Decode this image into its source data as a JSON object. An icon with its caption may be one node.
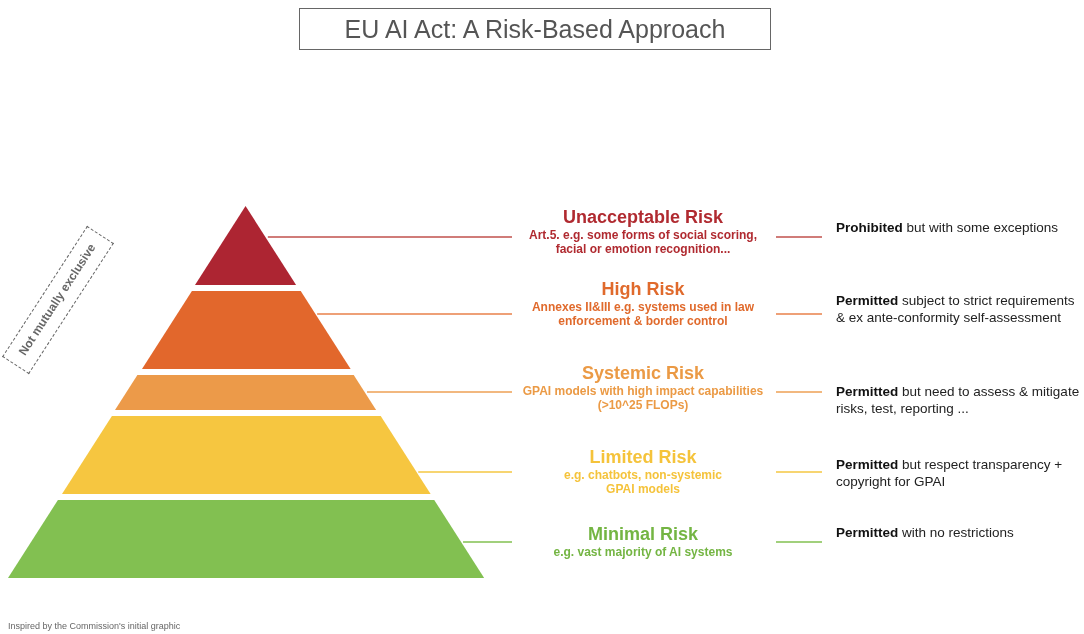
{
  "diagram": {
    "title": "EU AI Act: A Risk-Based Approach",
    "caption": "Inspired by the Commission's initial graphic",
    "nodes": [
      {
        "text": [],
        "shape": "triangle"
      },
      {
        "text": [],
        "shape": "trapezoid"
      },
      {
        "text": [],
        "shape": "trapezoid"
      },
      {
        "text": [],
        "shape": "trapezoid"
      },
      {
        "text": [],
        "shape": "trapezoid"
      },
      {
        "text": [
          "Unacceptable Risk",
          "Art.5. e.g. some forms of social scoring, facial or emotion recognition..."
        ]
      },
      {
        "text": [
          "High Risk",
          "Annexes II&III e.g. systems used in law enforcement & border control"
        ]
      },
      {
        "text": [
          "Systemic Risk",
          "GPAI models with high impact capabilities (>10^25 FLOPs)"
        ]
      },
      {
        "text": [
          "Limited Risk",
          "e.g. chatbots, non-systemic GPAI models"
        ]
      },
      {
        "text": [
          "Minimal Risk",
          "e.g. vast majority of AI systems"
        ]
      },
      {
        "text": [
          "**Prohibited** but with some exceptions"
        ]
      },
      {
        "text": [
          "**Permitted** subject to strict requirements & ex ante-conformity self-assessment"
        ]
      },
      {
        "text": [
          "**Permitted** but need to assess & mitigate risks, test, reporting ..."
        ]
      },
      {
        "text": [
          "**Permitted** but respect transparency + copyright for GPAI"
        ]
      },
      {
        "text": [
          "**Permitted** with no restrictions"
        ]
      },
      {
        "text": [
          "Not mutually exclusive"
        ]
      }
    ],
    "edges": [
      {
        "from": 0,
        "to": 5,
        "arrow": "none",
        "color": "#c0504d"
      },
      {
        "from": 1,
        "to": 6,
        "arrow": "none",
        "color": "#e8804a"
      },
      {
        "from": 2,
        "to": 7,
        "arrow": "none",
        "color": "#eea055"
      },
      {
        "from": 3,
        "to": 8,
        "arrow": "none",
        "color": "#f5c742"
      },
      {
        "from": 4,
        "to": 9,
        "arrow": "none",
        "color": "#82c150"
      },
      {
        "from": 5,
        "to": 10,
        "arrow": "none",
        "color": "#c0504d"
      },
      {
        "from": 6,
        "to": 11,
        "arrow": "none",
        "color": "#e8804a"
      },
      {
        "from": 7,
        "to": 12,
        "arrow": "none",
        "color": "#eea055"
      },
      {
        "from": 8,
        "to": 13,
        "arrow": "none",
        "color": "#f5c742"
      },
      {
        "from": 9,
        "to": 14,
        "arrow": "none",
        "color": "#82c150"
      }
    ]
  }
}
